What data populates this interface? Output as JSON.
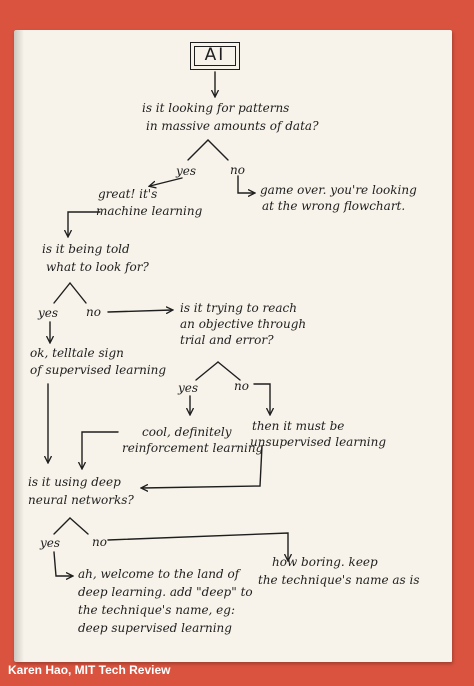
{
  "diagram": {
    "start": "AI",
    "q1": [
      "is it looking for patterns",
      "in massive amounts of data?"
    ],
    "q1_yes": "yes",
    "q1_no": "no",
    "game_over": [
      "game over. you're looking",
      "at the wrong flowchart."
    ],
    "ml": [
      "great! it's",
      "machine learning"
    ],
    "q2": [
      "is it being told",
      "what to look for?"
    ],
    "q2_yes": "yes",
    "q2_no": "no",
    "supervised": [
      "ok, telltale sign",
      "of supervised learning"
    ],
    "q3": [
      "is it trying to reach",
      "an objective through",
      "trial and error?"
    ],
    "q3_yes": "yes",
    "q3_no": "no",
    "reinforcement": [
      "cool, definitely",
      "reinforcement learning"
    ],
    "unsupervised": [
      "then it must be",
      "unsupervised learning"
    ],
    "q4": [
      "is it using deep",
      "neural networks?"
    ],
    "q4_yes": "yes",
    "q4_no": "no",
    "deep": [
      "ah, welcome to the land of",
      "deep learning. add \"deep\" to",
      "the technique's name, eg:",
      "deep supervised learning"
    ],
    "boring": [
      "how boring. keep",
      "the technique's name as is"
    ]
  },
  "credit": "Karen Hao, MIT Tech Review",
  "colors": {
    "background": "#d9533f",
    "paper": "#f7f3ea",
    "ink": "#1e1e1e",
    "credit_text": "#ffffff"
  }
}
